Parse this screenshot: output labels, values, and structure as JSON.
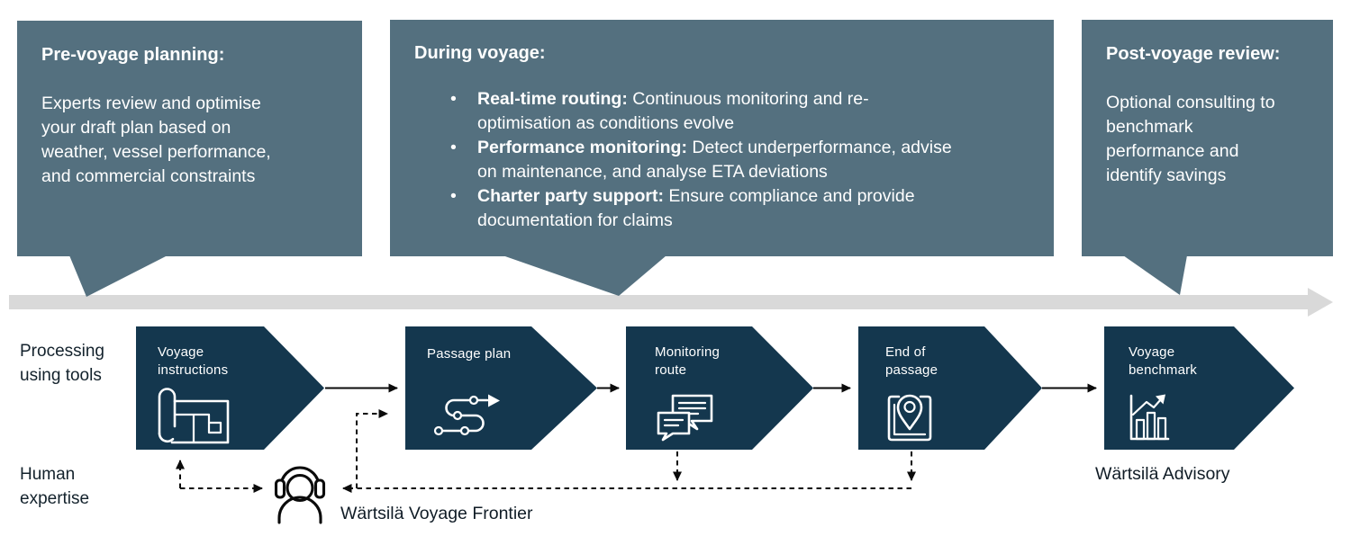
{
  "callouts": {
    "pre": {
      "title": "Pre-voyage planning:",
      "body": "Experts review and optimise\nyour draft plan based on\nweather, vessel performance,\nand commercial constraints"
    },
    "during": {
      "title": "During voyage:",
      "bullet_char": "•",
      "bullets": [
        {
          "bold": "Real-time routing:",
          "text": " Continuous monitoring and re-\noptimisation as conditions evolve"
        },
        {
          "bold": "Performance monitoring:",
          "text": " Detect underperformance, advise\non maintenance, and analyse ETA deviations"
        },
        {
          "bold": "Charter party support:",
          "text": " Ensure compliance and provide\ndocumentation for claims"
        }
      ]
    },
    "post": {
      "title": "Post-voyage review:",
      "body": "Optional consulting to\nbenchmark\nperformance and\nidentify savings"
    }
  },
  "lanes": {
    "processing": "Processing\nusing tools",
    "human": "Human\nexpertise"
  },
  "chevrons": [
    {
      "line1": "Voyage",
      "line2": "instructions",
      "icon": "blueprint-icon"
    },
    {
      "line1": "Passage plan",
      "line2": "",
      "icon": "route-icon"
    },
    {
      "line1": "Monitoring",
      "line2": "route",
      "icon": "chat-bubbles-icon"
    },
    {
      "line1": "End of",
      "line2": "passage",
      "icon": "map-pin-icon"
    },
    {
      "line1": "Voyage",
      "line2": "benchmark",
      "icon": "bar-chart-icon"
    }
  ],
  "footers": {
    "frontier": "Wärtsilä Voyage Frontier",
    "advisory": "Wärtsilä Advisory"
  },
  "colors": {
    "callout": "#54707F",
    "chevron": "#14374E",
    "timeline": "#D9D9D9",
    "ink": "#111C26"
  }
}
